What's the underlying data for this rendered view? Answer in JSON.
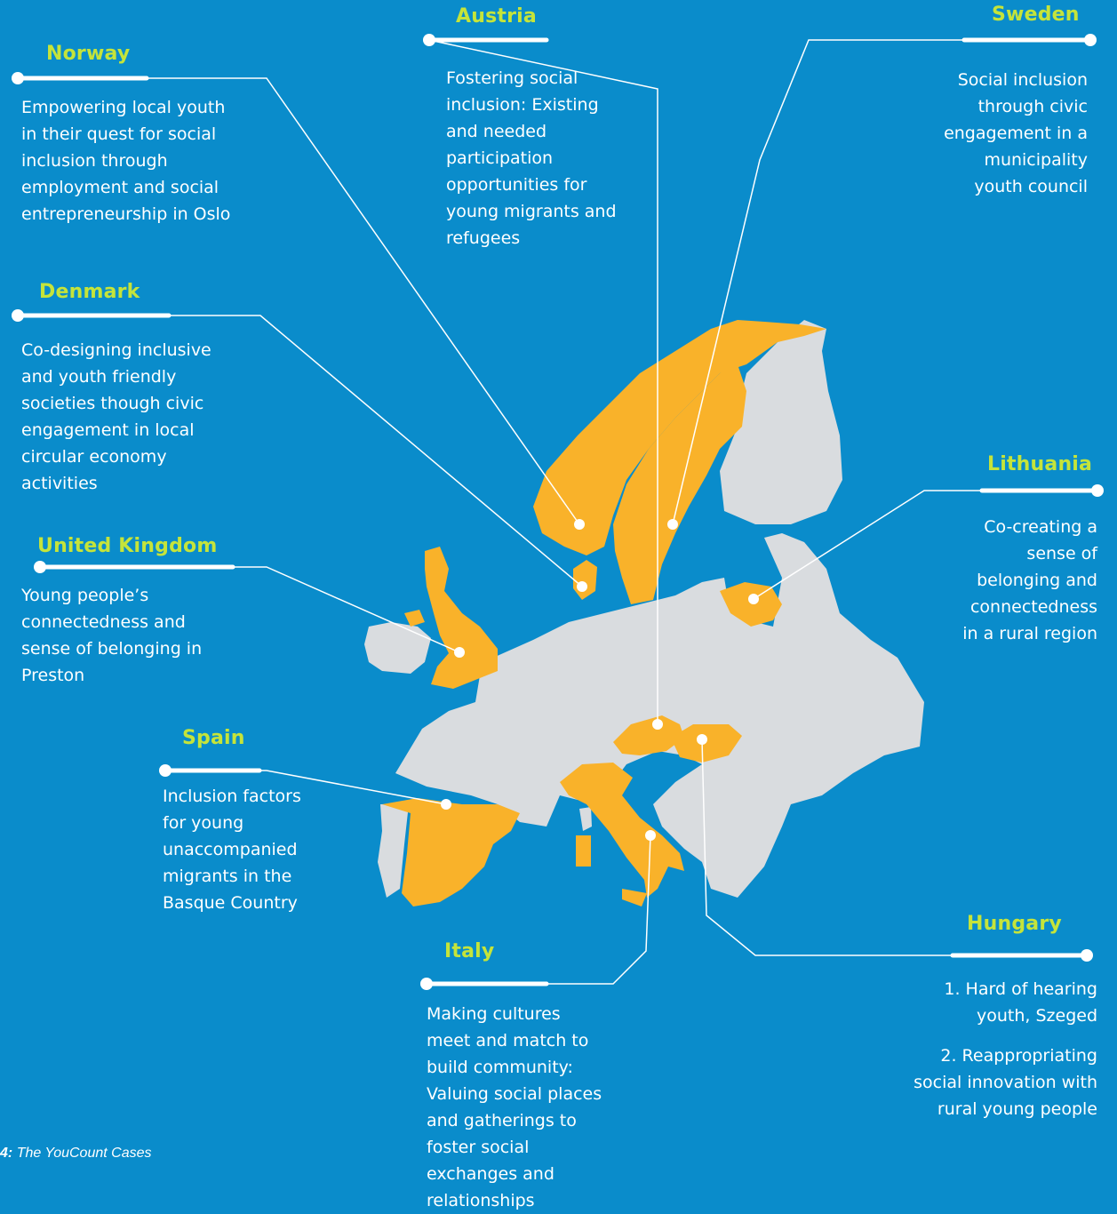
{
  "colors": {
    "background": "#0a8ccb",
    "highlight_country": "#f9b22a",
    "other_country": "#d9dcdf",
    "title": "#c5e43a",
    "text": "#ffffff"
  },
  "cases": [
    {
      "id": "norway",
      "country": "Norway",
      "text": "Empowering local youth\nin their quest for social\ninclusion through\nemployment and social\nentrepreneurship in Oslo"
    },
    {
      "id": "austria",
      "country": "Austria",
      "text": "Fostering social\ninclusion: Existing\nand needed\nparticipation\nopportunities for\nyoung migrants and\nrefugees"
    },
    {
      "id": "sweden",
      "country": "Sweden",
      "text": "Social inclusion\nthrough civic\nengagement in a\nmunicipality\nyouth council"
    },
    {
      "id": "denmark",
      "country": "Denmark",
      "text": "Co-designing inclusive\nand youth friendly\nsocieties though civic\nengagement in local\ncircular economy\nactivities"
    },
    {
      "id": "lithuania",
      "country": "Lithuania",
      "text": "Co-creating a\nsense of\nbelonging and\nconnectedness\nin a rural region"
    },
    {
      "id": "united-kingdom",
      "country": "United Kingdom",
      "text": "Young people’s\nconnectedness and\nsense of belonging in\nPreston"
    },
    {
      "id": "spain",
      "country": "Spain",
      "text": "Inclusion factors\nfor young\nunaccompanied\nmigrants in the\nBasque Country"
    },
    {
      "id": "italy",
      "country": "Italy",
      "text": "Making cultures\nmeet and match to\nbuild community:\nValuing social places\nand gatherings to\nfoster social\nexchanges and\nrelationships"
    },
    {
      "id": "hungary",
      "country": "Hungary",
      "text_1": "1. Hard of hearing\nyouth, Szeged",
      "text_2": "2. Reappropriating\nsocial innovation with\nrural young people"
    }
  ],
  "caption": {
    "number": "4:",
    "text": "The YouCount Cases"
  }
}
